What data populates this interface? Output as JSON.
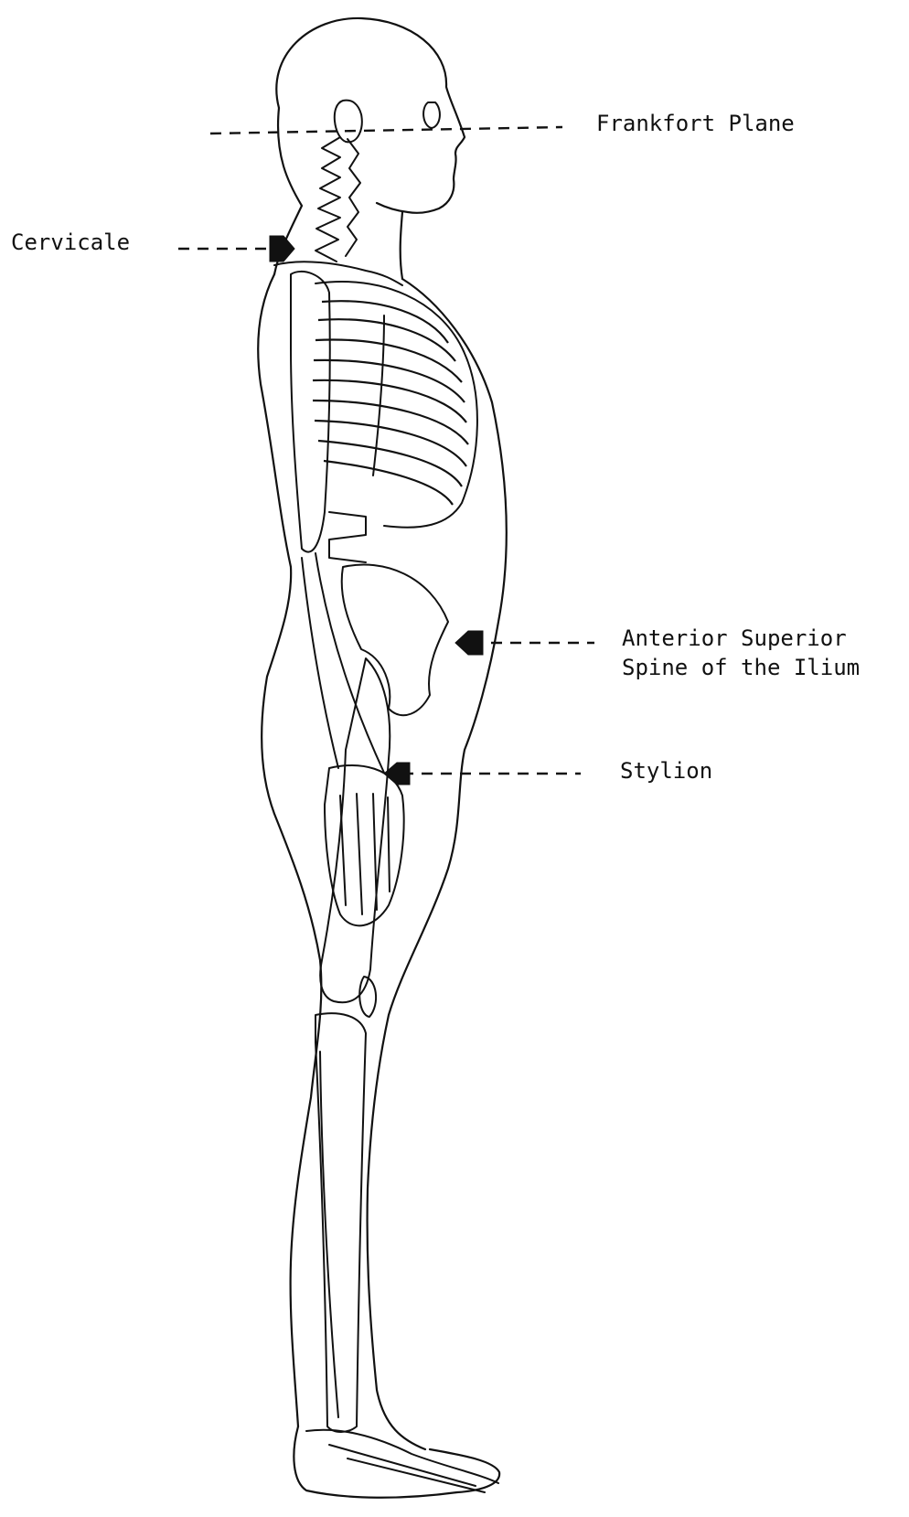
{
  "labels": {
    "frankfort": "Frankfort Plane",
    "cervicale": "Cervicale",
    "asis_line1": "Anterior Superior",
    "asis_line2": "Spine of the Ilium",
    "stylion": "Stylion"
  }
}
